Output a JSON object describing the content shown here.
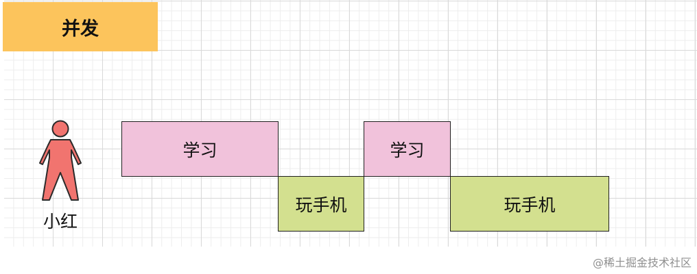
{
  "title": "并发",
  "person": {
    "name": "小红",
    "icon": "person-icon",
    "color": "#f1746f"
  },
  "tasks": [
    {
      "label": "学习",
      "type": "study"
    },
    {
      "label": "玩手机",
      "type": "phone"
    },
    {
      "label": "学习",
      "type": "study"
    },
    {
      "label": "玩手机",
      "type": "phone"
    }
  ],
  "colors": {
    "title_bg": "#fcc45c",
    "study": "#f1c2db",
    "phone": "#d3e08f"
  },
  "watermark": "@稀土掘金技术社区"
}
